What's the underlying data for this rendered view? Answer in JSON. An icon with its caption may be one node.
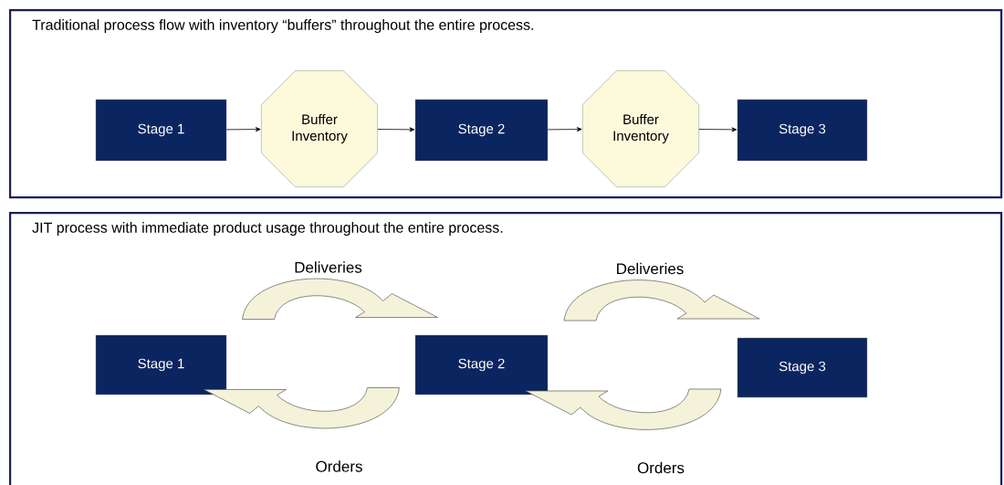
{
  "diagram": {
    "nodes": [
      {
        "text": [
          "Traditional process flow with inventory “buffers” throughout the entire process."
        ]
      },
      {
        "text": [
          "Stage 1"
        ],
        "in": 0
      },
      {
        "text": [
          "Buffer Inventory"
        ],
        "in": 0
      },
      {
        "text": [
          "Stage 2"
        ],
        "in": 0
      },
      {
        "text": [
          "Buffer Inventory"
        ],
        "in": 0
      },
      {
        "text": [
          "Stage 3"
        ],
        "in": 0
      },
      {
        "text": [
          "JIT process with immediate product usage throughout the entire process."
        ]
      },
      {
        "text": [
          "Stage 1"
        ],
        "in": 6
      },
      {
        "text": [
          "Stage 2"
        ],
        "in": 6
      },
      {
        "text": [
          "Stage 3"
        ],
        "in": 6
      }
    ],
    "edges": [
      {
        "from": 1,
        "to": 2,
        "arrow": "to"
      },
      {
        "from": 2,
        "to": 3,
        "arrow": "to"
      },
      {
        "from": 3,
        "to": 4,
        "arrow": "to"
      },
      {
        "from": 4,
        "to": 5,
        "arrow": "to"
      },
      {
        "from": 7,
        "to": 8,
        "arrow": "to",
        "label": "Deliveries",
        "style": "thick",
        "color": "#f4f2d8"
      },
      {
        "from": 8,
        "to": 7,
        "arrow": "to",
        "label": "Orders",
        "style": "thick",
        "color": "#f4f2d8"
      },
      {
        "from": 8,
        "to": 9,
        "arrow": "to",
        "label": "Deliveries",
        "style": "thick",
        "color": "#f4f2d8"
      },
      {
        "from": 9,
        "to": 8,
        "arrow": "to",
        "label": "Orders",
        "style": "thick",
        "color": "#f4f2d8"
      }
    ]
  }
}
